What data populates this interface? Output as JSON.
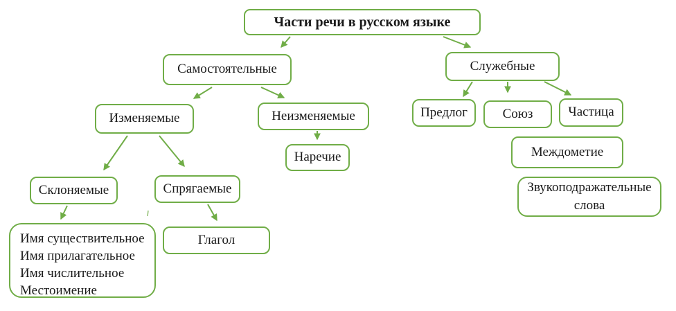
{
  "diagram": {
    "title": "Части речи в русском языке",
    "colors": {
      "node_border": "#70AD47",
      "arrow": "#70AD47",
      "text": "#1A1A1A",
      "background": "#FFFFFF"
    },
    "nodes": {
      "root": {
        "label": "Части речи в русском языке"
      },
      "samostoyatelnye": {
        "label": "Самостоятельные"
      },
      "sluzhebnye": {
        "label": "Служебные"
      },
      "izmenyaemye": {
        "label": "Изменяемые"
      },
      "neizmenyaemye": {
        "label": "Неизменяемые"
      },
      "narechie": {
        "label": "Наречие"
      },
      "predlog": {
        "label": "Предлог"
      },
      "soyuz": {
        "label": "Союз"
      },
      "chastitsa": {
        "label": "Частица"
      },
      "mezhdometie": {
        "label": "Междометие"
      },
      "zvukopodrazhatelnye": {
        "label": "Звукоподражательные слова"
      },
      "sklonyaemye": {
        "label": "Склоняемые"
      },
      "spryagaemye": {
        "label": "Спрягаемые"
      },
      "glagol": {
        "label": "Глагол"
      },
      "declinable_group": {
        "items": [
          "Имя существительное",
          "Имя прилагательное",
          "Имя числительное",
          "Местоимение"
        ]
      }
    },
    "edges": [
      {
        "from": "root",
        "to": "samostoyatelnye"
      },
      {
        "from": "root",
        "to": "sluzhebnye"
      },
      {
        "from": "samostoyatelnye",
        "to": "izmenyaemye"
      },
      {
        "from": "samostoyatelnye",
        "to": "neizmenyaemye"
      },
      {
        "from": "izmenyaemye",
        "to": "sklonyaemye"
      },
      {
        "from": "izmenyaemye",
        "to": "spryagaemye"
      },
      {
        "from": "sklonyaemye",
        "to": "declinable_group"
      },
      {
        "from": "spryagaemye",
        "to": "glagol"
      },
      {
        "from": "neizmenyaemye",
        "to": "narechie"
      },
      {
        "from": "sluzhebnye",
        "to": "predlog"
      },
      {
        "from": "sluzhebnye",
        "to": "soyuz"
      },
      {
        "from": "sluzhebnye",
        "to": "chastitsa"
      }
    ]
  }
}
